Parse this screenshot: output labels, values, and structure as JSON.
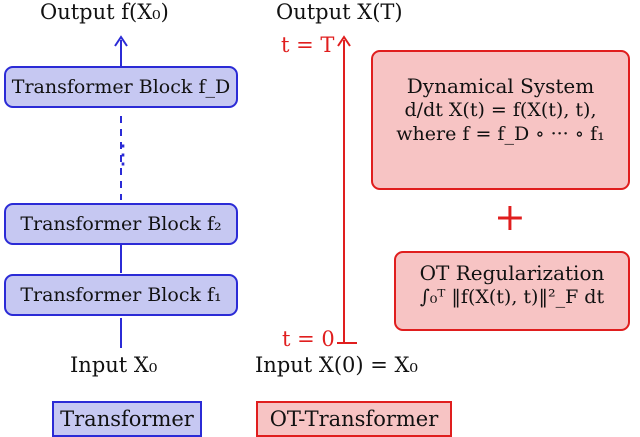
{
  "left": {
    "output_label": "Output f(X₀)",
    "blocks": [
      "Transformer Block f_D",
      "Transformer Block f₂",
      "Transformer Block f₁"
    ],
    "vdots": "⋮",
    "input_label": "Input X₀",
    "legend": "Transformer"
  },
  "right": {
    "output_label": "Output X(T)",
    "t_top": "t = T",
    "t_bottom": "t = 0",
    "input_label": "Input X(0) = X₀",
    "dynamical_title": "Dynamical System",
    "dynamical_eq": "d/dt X(t) = f(X(t), t),",
    "dynamical_where": "where f = f_D ∘ ··· ∘ f₁",
    "plus": "+",
    "ot_title": "OT Regularization",
    "ot_eq": "∫₀ᵀ ‖f(X(t), t)‖²_F dt",
    "legend": "OT-Transformer"
  },
  "colors": {
    "blue": "#2b2bd6",
    "blue_fill": "#c6c8f2",
    "red": "#e01e1e",
    "red_fill": "#f7c4c4"
  }
}
